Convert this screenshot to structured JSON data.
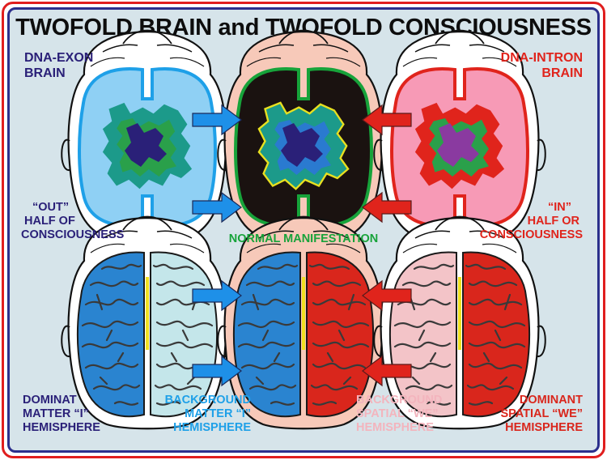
{
  "title": "TWOFOLD BRAIN and TWOFOLD CONSCIOUSNESS",
  "labels": {
    "dna_exon": [
      "DNA-EXON",
      "BRAIN"
    ],
    "dna_intron": [
      "DNA-INTRON",
      "BRAIN"
    ],
    "out_half": [
      "“OUT”",
      "HALF OF",
      "CONSCIOUSNESS"
    ],
    "in_half": [
      "“IN”",
      "HALF OR",
      "CONSCIOUSNESS"
    ],
    "normal": "NORMAL MANIFESTATION",
    "dominat_matter": [
      "DOMINAT",
      "MATTER “I”",
      "HEMISPHERE"
    ],
    "background_matter": [
      "BACKGROUND",
      "MATTER “I”",
      "HEMISPHERE"
    ],
    "background_spatial": [
      "BACKGROUND",
      "SPATIAL “WE”",
      "HEMISPHERE"
    ],
    "dominant_spatial": [
      "DOMINANT",
      "SPATIAL “WE”",
      "HEMISPHERE"
    ]
  },
  "colors": {
    "frame_outer": "#e01e1e",
    "frame_inner": "#2b2f8c",
    "background": "#d6e4ea",
    "exon_blue": "#1ea0e8",
    "intron_red": "#e0241c",
    "skin": "#f7c9b9",
    "green": "#17a33a",
    "pink_hemi": "#f3b4bd",
    "pale_hemi": "#c4e6ea",
    "navy": "#2a2078"
  },
  "icons": [
    "head-outline",
    "brain-section",
    "brain-hemispheres",
    "blue-arrow",
    "red-arrow"
  ]
}
